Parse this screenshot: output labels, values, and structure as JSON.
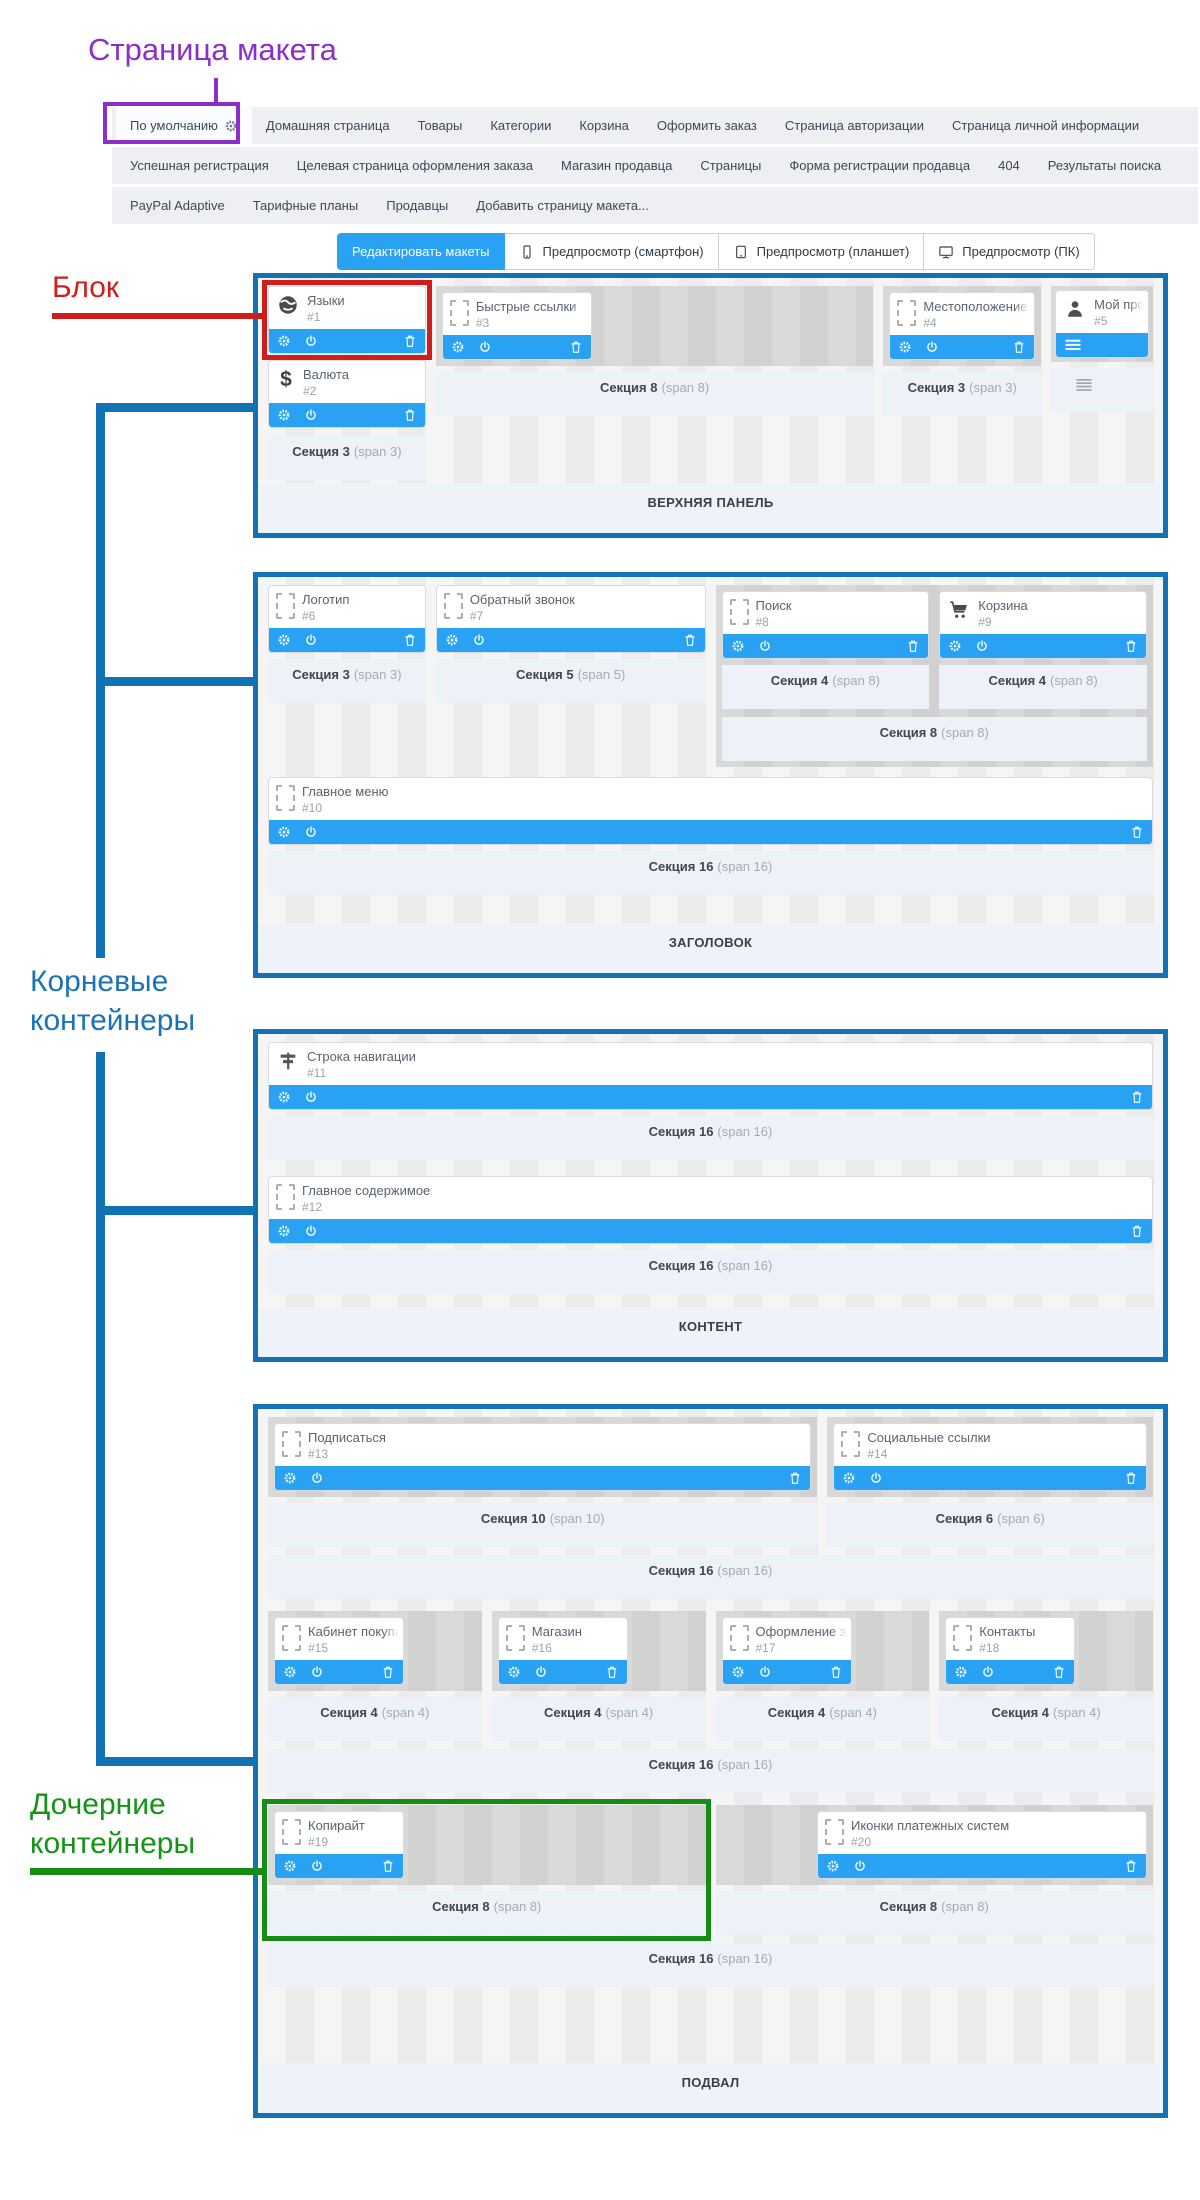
{
  "annotations": {
    "page": {
      "label": "Страница макета"
    },
    "block": {
      "label": "Блок"
    },
    "root": {
      "line1": "Корневые",
      "line2": "контейнеры"
    },
    "child": {
      "line1": "Дочерние",
      "line2": "контейнеры"
    }
  },
  "colors": {
    "accent_blue": "#29a2f3",
    "frame_blue": "#1173b4",
    "annotation_purple": "#8d2eca",
    "annotation_red": "#cf1d1d",
    "annotation_blue": "#1b72b8",
    "annotation_green": "#168c16"
  },
  "tabs": {
    "row1": [
      "По умолчанию",
      "Домашняя страница",
      "Товары",
      "Категории",
      "Корзина",
      "Оформить заказ",
      "Страница авторизации",
      "Страница личной информации"
    ],
    "row2": [
      "Успешная регистрация",
      "Целевая страница оформления заказа",
      "Магазин продавца",
      "Страницы",
      "Форма регистрации продавца",
      "404",
      "Результаты поиска"
    ],
    "row3": [
      "PayPal Adaptive",
      "Тарифные планы",
      "Продавцы",
      "Добавить страницу макета..."
    ]
  },
  "toolbar": {
    "edit": "Редактировать макеты",
    "preview_phone": "Предпросмотр (смартфон)",
    "preview_tablet": "Предпросмотр (планшет)",
    "preview_pc": "Предпросмотр (ПК)"
  },
  "sections": {
    "top_panel": "ВЕРХНЯЯ ПАНЕЛЬ",
    "header": "ЗАГОЛОВОК",
    "content": "КОНТЕНТ",
    "footer": "ПОДВАЛ"
  },
  "spans": {
    "s3": {
      "b": "Секция 3",
      "g": "(span 3)"
    },
    "s5": {
      "b": "Секция 5",
      "g": "(span 5)"
    },
    "s8": {
      "b": "Секция 8",
      "g": "(span 8)"
    },
    "s48": {
      "b": "Секция 4",
      "g": "(span 8)"
    },
    "s4": {
      "b": "Секция 4",
      "g": "(span 4)"
    },
    "s6": {
      "b": "Секция 6",
      "g": "(span 6)"
    },
    "s10": {
      "b": "Секция 10",
      "g": "(span 10)"
    },
    "s16": {
      "b": "Секция 16",
      "g": "(span 16)"
    }
  },
  "blocks": {
    "b1": {
      "name": "Языки",
      "num": "#1"
    },
    "b2": {
      "name": "Валюта",
      "num": "#2"
    },
    "b3": {
      "name": "Быстрые ссылки",
      "num": "#3"
    },
    "b4": {
      "name": "Местоположение п",
      "num": "#4"
    },
    "b5": {
      "name": "Мой про",
      "num": "#5"
    },
    "b6": {
      "name": "Логотип",
      "num": "#6"
    },
    "b7": {
      "name": "Обратный звонок",
      "num": "#7"
    },
    "b8": {
      "name": "Поиск",
      "num": "#8"
    },
    "b9": {
      "name": "Корзина",
      "num": "#9"
    },
    "b10": {
      "name": "Главное меню",
      "num": "#10"
    },
    "b11": {
      "name": "Строка навигации",
      "num": "#11"
    },
    "b12": {
      "name": "Главное содержимое",
      "num": "#12"
    },
    "b13": {
      "name": "Подписаться",
      "num": "#13"
    },
    "b14": {
      "name": "Социальные ссылки",
      "num": "#14"
    },
    "b15": {
      "name": "Кабинет покупателя",
      "num": "#15"
    },
    "b16": {
      "name": "Магазин",
      "num": "#16"
    },
    "b17": {
      "name": "Оформление заказа",
      "num": "#17"
    },
    "b18": {
      "name": "Контакты",
      "num": "#18"
    },
    "b19": {
      "name": "Копирайт",
      "num": "#19"
    },
    "b20": {
      "name": "Иконки платежных систем",
      "num": "#20"
    }
  }
}
